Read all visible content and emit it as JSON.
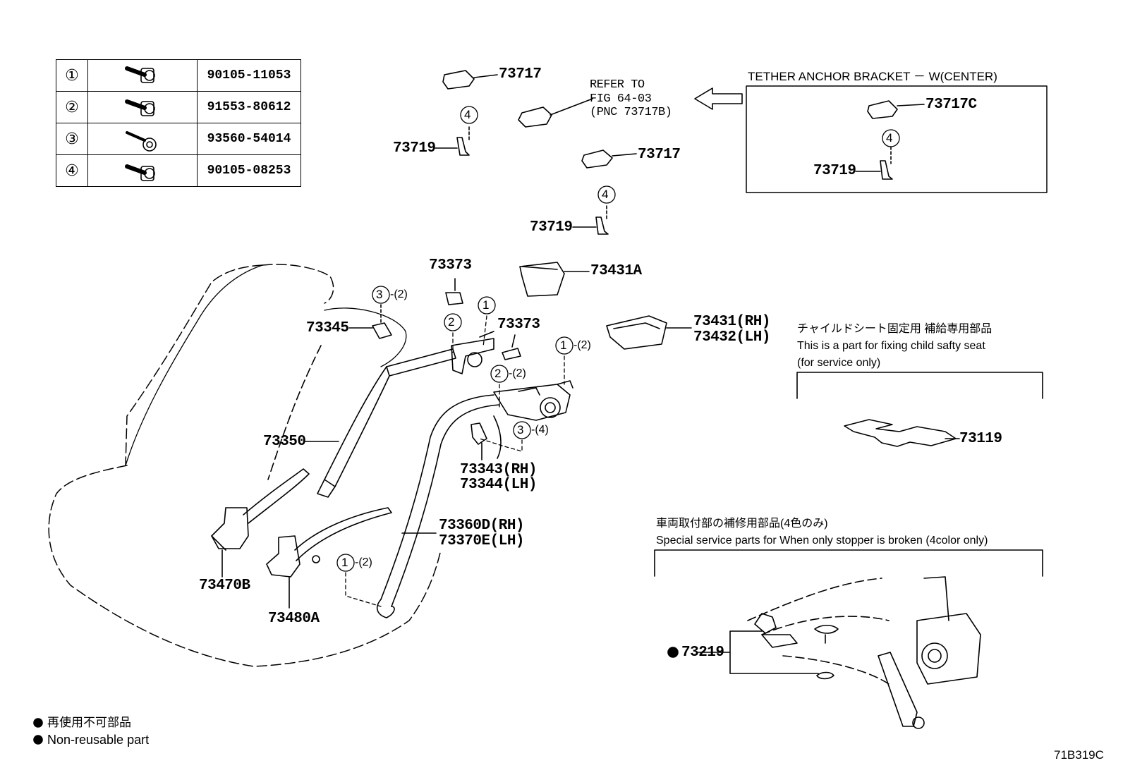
{
  "fastener_table": [
    {
      "ref": "①",
      "part_number": "90105-11053"
    },
    {
      "ref": "②",
      "part_number": "91553-80612"
    },
    {
      "ref": "③",
      "part_number": "93560-54014"
    },
    {
      "ref": "④",
      "part_number": "90105-08253"
    }
  ],
  "labels": {
    "p73717_a": "73717",
    "p73719_a": "73719",
    "refer_1": "REFER TO",
    "refer_2": "FIG 64-03",
    "refer_3": "(PNC 73717B)",
    "p73717_b": "73717",
    "p73719_b": "73719",
    "tether_title": "TETHER ANCHOR BRACKET － W(CENTER)",
    "p73717c": "73717C",
    "p73719_c": "73719",
    "p73373_a": "73373",
    "p73431a": "73431A",
    "p73345": "73345",
    "p73373_b": "73373",
    "p73431": "73431(RH)",
    "p73432": "73432(LH)",
    "p73350": "73350",
    "p73343": "73343(RH)",
    "p73344": "73344(LH)",
    "p73360d": "73360D(RH)",
    "p73370e": "73370E(LH)",
    "p73470b": "73470B",
    "p73480a": "73480A",
    "p73119": "73119",
    "p73219": "73219",
    "qty_3_2": "-(2)",
    "qty_1_2a": "-(2)",
    "qty_2_2": "-(2)",
    "qty_3_4": "-(4)",
    "qty_1_2b": "-(2)"
  },
  "notes": {
    "child_jp": "チャイルドシート固定用  補給専用部品",
    "child_en1": "This is a part for fixing child safty seat",
    "child_en2": "(for service only)",
    "stopper_jp": "車両取付部の補修用部品(4色のみ)",
    "stopper_en": "Special service parts for When only stopper is broken (4color only)",
    "legend_jp": "再使用不可部品",
    "legend_en": "Non-reusable part",
    "figure_code": "71B319C"
  }
}
